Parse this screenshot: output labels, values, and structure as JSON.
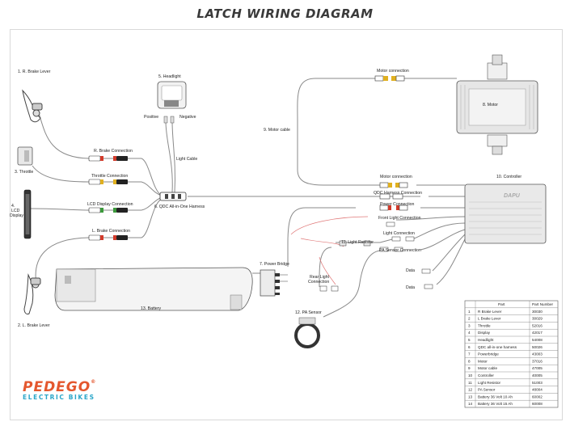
{
  "title": "LATCH WIRING DIAGRAM",
  "components": {
    "r_brake_lever": "1. R. Brake Lever",
    "headlight": "5. Headlight",
    "positive": "Positive",
    "negative": "Negative",
    "light_cable": "Light Cable",
    "motor_cable": "9. Motor cable",
    "motor_connection_top": "Motor connection",
    "motor": "8. Motor",
    "throttle": "3. Throttle",
    "r_brake_connection": "R. Brake Connection",
    "throttle_connection": "Throttle Connection",
    "lcd_display": "4.\nLCD\nDisplay",
    "lcd_display_connection": "LCD Display Connection",
    "qdc_harness": "6. QDC All-in-One Harness",
    "l_brake_connection": "L. Brake Connection",
    "motor_connection_mid": "Motor connection",
    "controller": "10. Controller",
    "qdc_harness_connection": "QDC Harness Connection",
    "power_connection": "Power Connection",
    "front_light_connection": "Front Light Connection",
    "light_connection": "Light Connection",
    "light_resistor": "11. Light Resistor",
    "pa_sensor_connection": "PA Sensor Connection",
    "data_1": "Data",
    "data_2": "Data",
    "power_bridge": "7. Power Bridge",
    "rear_light_connection": "Rear Light\nConnection",
    "battery": "13. Battery",
    "pa_sensor": "12. PA Sensor",
    "l_brake_lever": "2. L. Brake Lever",
    "controller_brand": "DAPU"
  },
  "parts_table": {
    "headers": [
      "",
      "Part",
      "Part Number"
    ],
    "rows": [
      [
        "1",
        "R Brake Lever",
        "30030"
      ],
      [
        "2",
        "L Brake Lever",
        "30029"
      ],
      [
        "3",
        "Throttle",
        "52016"
      ],
      [
        "4",
        "Display",
        "42017"
      ],
      [
        "5",
        "Headlight",
        "54008"
      ],
      [
        "6",
        "QDC all-in-one harness",
        "50026"
      ],
      [
        "7",
        "Powerbridge",
        "43003"
      ],
      [
        "8",
        "Motor",
        "37016"
      ],
      [
        "9",
        "Motor cable",
        "47005"
      ],
      [
        "10",
        "Controller",
        "40005"
      ],
      [
        "11",
        "Light Resistor",
        "51003"
      ],
      [
        "12",
        "PA Sensor",
        "48004"
      ],
      [
        "13",
        "Battery 36 Volt 10 Ah",
        "60002"
      ],
      [
        "14",
        "Battery 36 Volt 15 Ah",
        "60008"
      ]
    ]
  },
  "logo": {
    "brand": "PEDEGO",
    "sub": "ELECTRIC BIKES",
    "mark": "®"
  },
  "colors": {
    "title": "#3a3a3a",
    "wire": "#8a8a8a",
    "connector_red": "#d23a2a",
    "connector_green": "#3c9a3c",
    "connector_yellow": "#e0b020",
    "logo_orange": "#e4572e",
    "logo_blue": "#2aa6c9"
  }
}
